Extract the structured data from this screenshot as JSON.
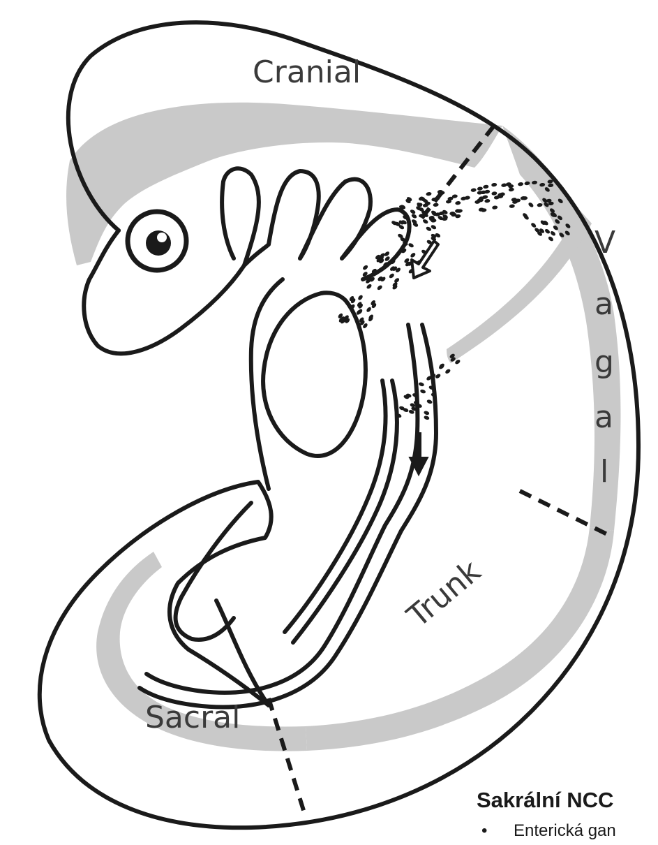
{
  "diagram": {
    "labels": {
      "cranial": "Cranial",
      "vagal_letters": [
        "V",
        "a",
        "g",
        "a",
        "l"
      ],
      "trunk": "Trunk",
      "sacral": "Sacral"
    },
    "colors": {
      "outline": "#1a1a1a",
      "neural_crest_band": "#c9c9c9",
      "label_text": "#3a3a3a",
      "background": "#ffffff"
    }
  },
  "slide": {
    "heading": "Sakrální NCC",
    "bullet_text": "Enterická gan"
  }
}
